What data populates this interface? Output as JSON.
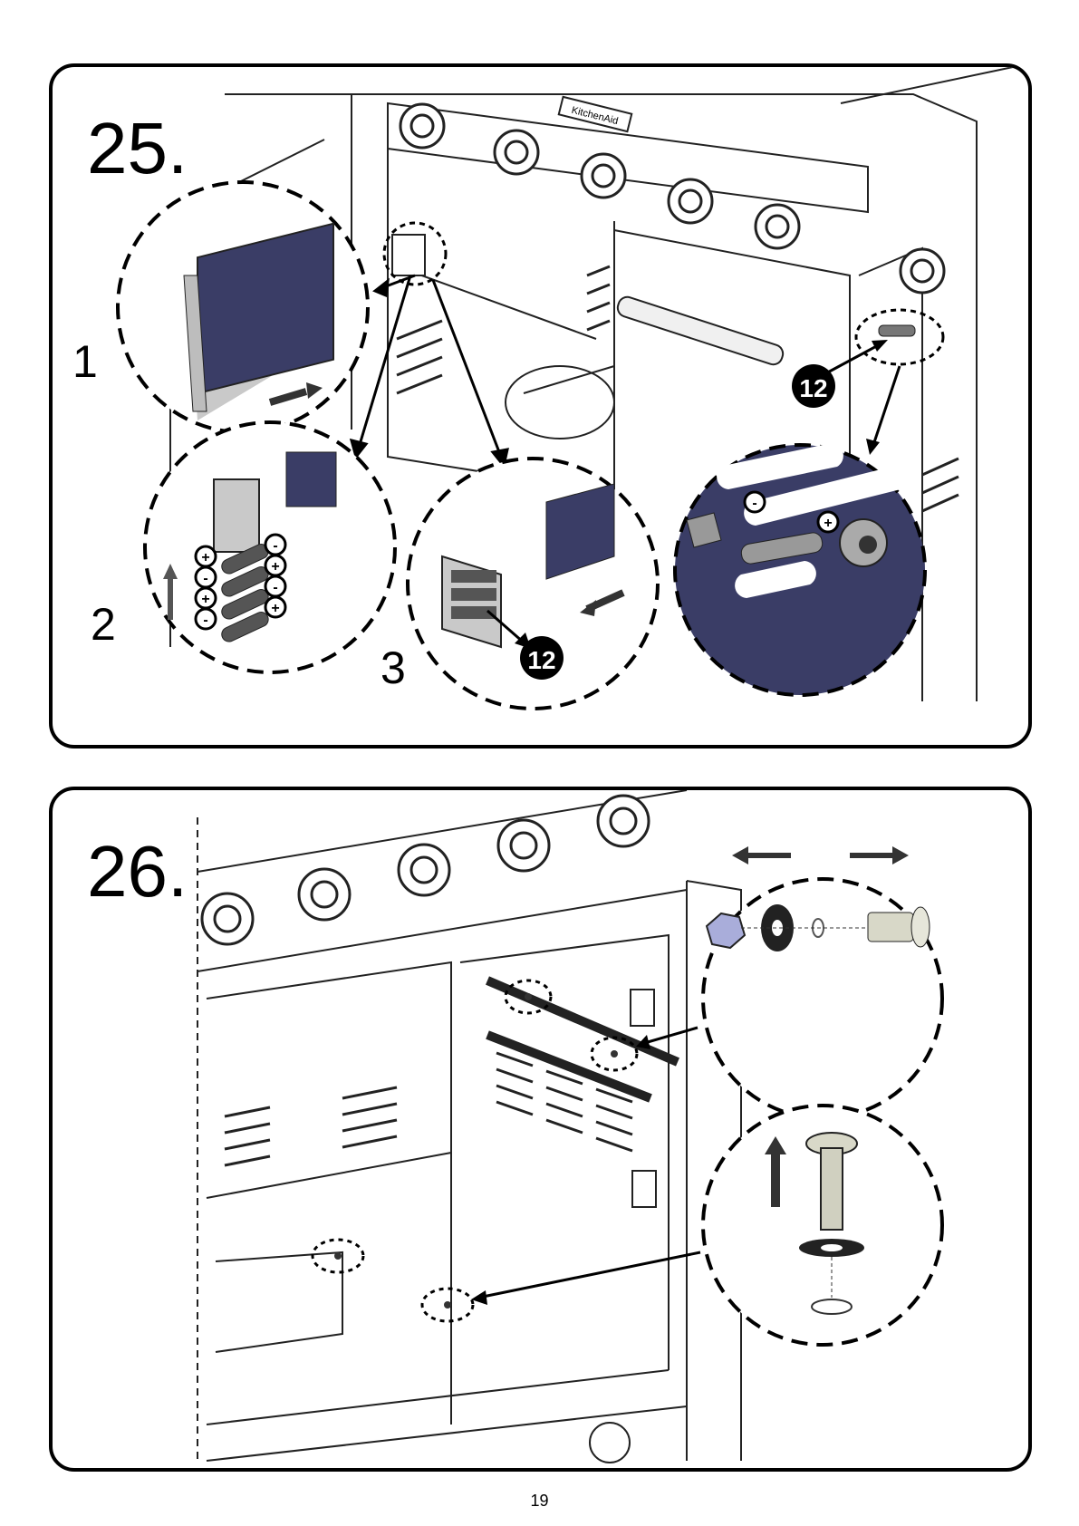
{
  "step25": {
    "number": "25.",
    "sub_labels": [
      "1",
      "2",
      "3"
    ],
    "badge": "12",
    "polarity": {
      "minus": "-",
      "plus": "+"
    }
  },
  "step26": {
    "number": "26."
  },
  "brand_plate": "KitchenAid",
  "page_number": "19",
  "colors": {
    "navy": "#3a3d66",
    "border": "#000000",
    "gray": "#b9b9b9"
  }
}
